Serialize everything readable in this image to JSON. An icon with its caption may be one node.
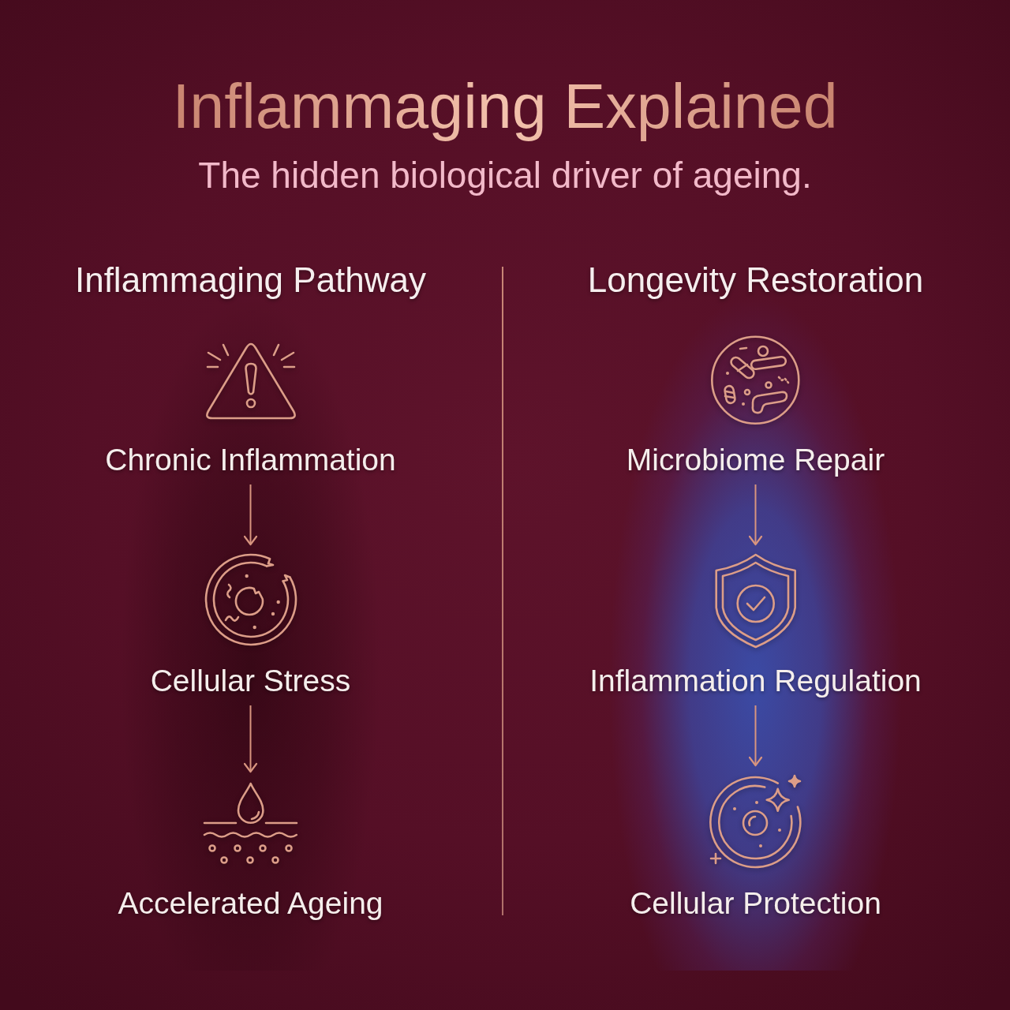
{
  "diagram": {
    "title": "Inflammaging Explained",
    "nodes": [
      {
        "text": [
          "Inflammaging Pathway"
        ]
      },
      {
        "text": [
          "Chronic Inflammation"
        ],
        "in": 0
      },
      {
        "text": [
          "Cellular Stress"
        ],
        "in": 0
      },
      {
        "text": [
          "Accelerated Ageing"
        ],
        "in": 0
      },
      {
        "text": [
          "Longevity Restoration"
        ]
      },
      {
        "text": [
          "Microbiome Repair"
        ],
        "in": 4
      },
      {
        "text": [
          "Inflammation Regulation"
        ],
        "in": 4
      },
      {
        "text": [
          "Cellular Protection"
        ],
        "in": 4
      }
    ],
    "edges": [
      {
        "from": 1,
        "to": 2,
        "arrow": "to"
      },
      {
        "from": 2,
        "to": 3,
        "arrow": "to"
      },
      {
        "from": 5,
        "to": 6,
        "arrow": "to"
      },
      {
        "from": 6,
        "to": 7,
        "arrow": "to"
      }
    ],
    "labels": [
      "The hidden biological driver of ageing."
    ]
  }
}
